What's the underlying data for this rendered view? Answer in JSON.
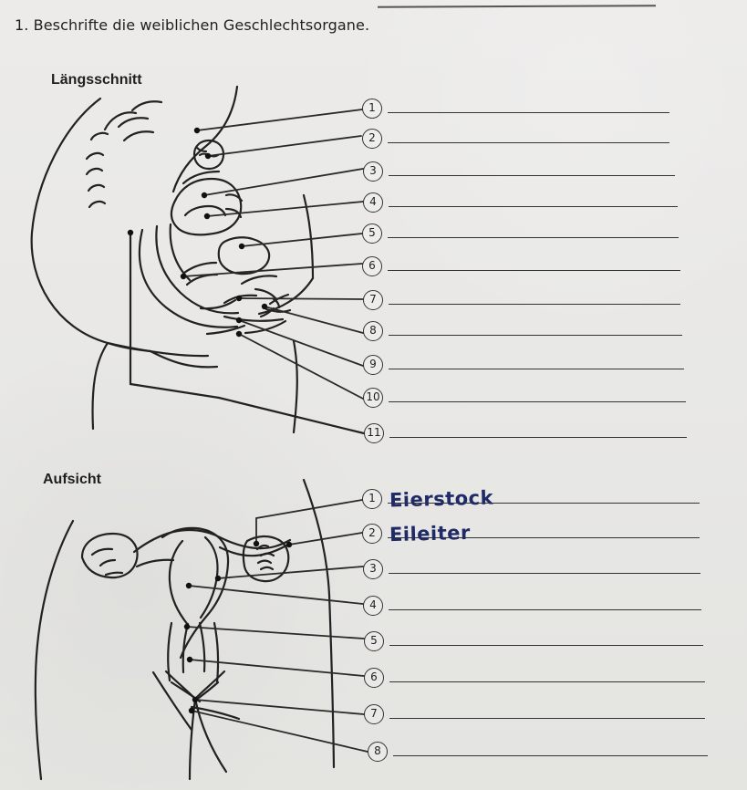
{
  "worksheet": {
    "title": "1. Beschrifte die weiblichen Geschlechtsorgane.",
    "sections": {
      "longitudinal": {
        "title": "Längsschnitt",
        "labels": [
          {
            "number": "1",
            "answer": ""
          },
          {
            "number": "2",
            "answer": ""
          },
          {
            "number": "3",
            "answer": ""
          },
          {
            "number": "4",
            "answer": ""
          },
          {
            "number": "5",
            "answer": ""
          },
          {
            "number": "6",
            "answer": ""
          },
          {
            "number": "7",
            "answer": ""
          },
          {
            "number": "8",
            "answer": ""
          },
          {
            "number": "9",
            "answer": ""
          },
          {
            "number": "10",
            "answer": ""
          },
          {
            "number": "11",
            "answer": ""
          }
        ]
      },
      "top_view": {
        "title": "Aufsicht",
        "labels": [
          {
            "number": "1",
            "answer": "Eierstock"
          },
          {
            "number": "2",
            "answer": "Eileiter"
          },
          {
            "number": "3",
            "answer": ""
          },
          {
            "number": "4",
            "answer": ""
          },
          {
            "number": "5",
            "answer": ""
          },
          {
            "number": "6",
            "answer": ""
          },
          {
            "number": "7",
            "answer": ""
          },
          {
            "number": "8",
            "answer": ""
          }
        ]
      }
    }
  }
}
